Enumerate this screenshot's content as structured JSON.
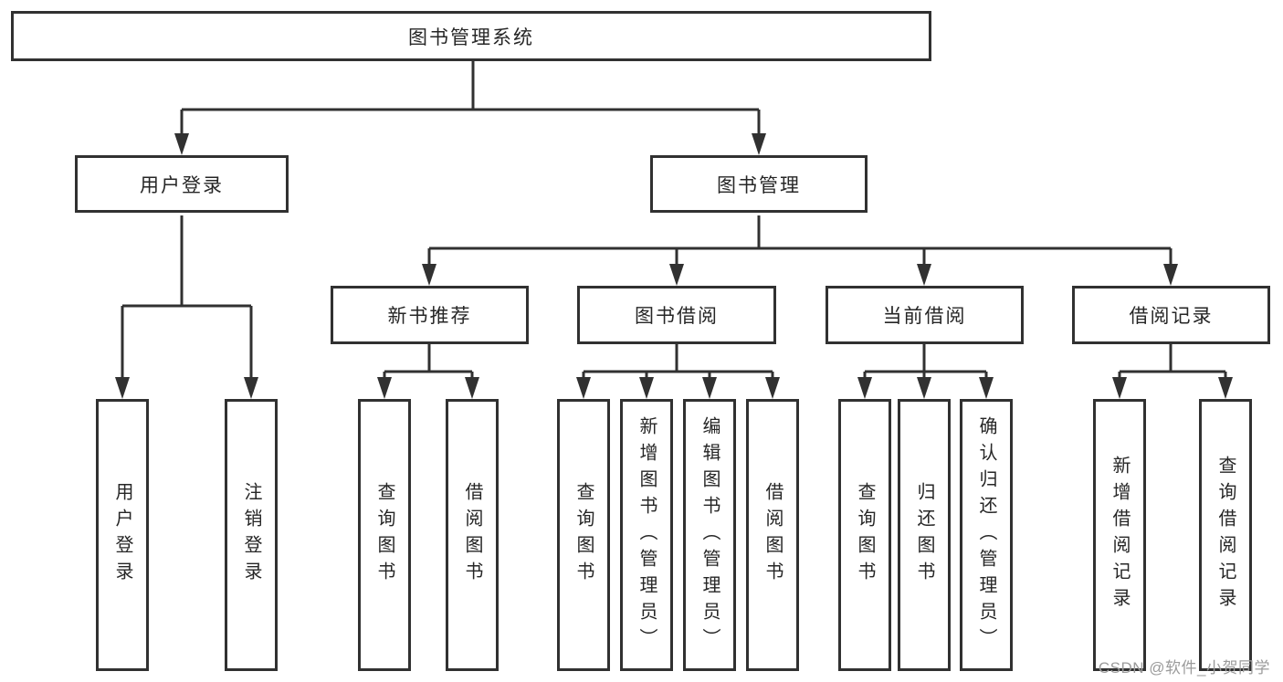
{
  "tree": {
    "root": {
      "label": "图书管理系统",
      "children": [
        {
          "label": "用户登录",
          "children": [
            {
              "label": "用户登录"
            },
            {
              "label": "注销登录"
            }
          ]
        },
        {
          "label": "图书管理",
          "children": [
            {
              "label": "新书推荐",
              "children": [
                {
                  "label": "查询图书"
                },
                {
                  "label": "借阅图书"
                }
              ]
            },
            {
              "label": "图书借阅",
              "children": [
                {
                  "label": "查询图书"
                },
                {
                  "label": "新增图书（管理员）"
                },
                {
                  "label": "编辑图书（管理员）"
                },
                {
                  "label": "借阅图书"
                }
              ]
            },
            {
              "label": "当前借阅",
              "children": [
                {
                  "label": "查询图书"
                },
                {
                  "label": "归还图书"
                },
                {
                  "label": "确认归还（管理员）"
                }
              ]
            },
            {
              "label": "借阅记录",
              "children": [
                {
                  "label": "新增借阅记录"
                },
                {
                  "label": "查询借阅记录"
                }
              ]
            }
          ]
        }
      ]
    }
  },
  "watermark": {
    "text": "CSDN @软件_小贺同学"
  },
  "colors": {
    "line": "#313131",
    "text": "#262626",
    "watermark": "#9b9b9b",
    "background": "#ffffff"
  }
}
